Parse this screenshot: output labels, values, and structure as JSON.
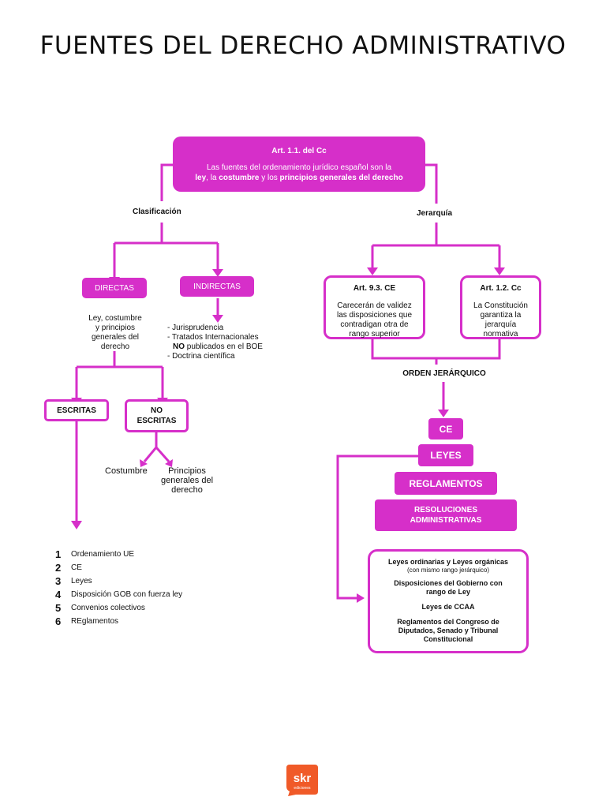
{
  "title": "FUENTES DEL DERECHO ADMINISTRATIVO",
  "colors": {
    "accent": "#d62fc9",
    "text": "#111111",
    "logo": "#f05a28"
  },
  "top_box": {
    "heading": "Art. 1.1.  del Cc",
    "line1": "Las fuentes del ordenamiento jurídico español son la",
    "w_ley": "ley",
    "w_sep1": ", la ",
    "w_costumbre": "costumbre",
    "w_sep2": " y los ",
    "w_principios": "principios generales del derecho"
  },
  "clasificacion": "Clasificación",
  "jerarquia": "Jerarquía",
  "directas": {
    "label": "DIRECTAS",
    "desc": [
      "Ley, costumbre",
      "y principios",
      "generales del",
      "derecho"
    ]
  },
  "indirectas": {
    "label": "INDIRECTAS",
    "items": [
      "- Jurisprudencia",
      "- Tratados Internacionales",
      "NO",
      " publicados en el BOE",
      "- Doctrina científica"
    ]
  },
  "escritas": "ESCRITAS",
  "no_escritas": [
    "NO",
    "ESCRITAS"
  ],
  "costumbre": "Costumbre",
  "principios": [
    "Principios",
    "generales del",
    "derecho"
  ],
  "numbered": [
    {
      "n": "1",
      "t": "Ordenamiento UE"
    },
    {
      "n": "2",
      "t": "CE"
    },
    {
      "n": "3",
      "t": "Leyes"
    },
    {
      "n": "4",
      "t": "Disposición GOB con fuerza ley"
    },
    {
      "n": "5",
      "t": "Convenios colectivos"
    },
    {
      "n": "6",
      "t": "REglamentos"
    }
  ],
  "art93": {
    "title": "Art. 9.3. CE",
    "body": [
      "Carecerán de validez",
      "las disposiciones que",
      "contradigan otra de",
      "rango superior"
    ]
  },
  "art12": {
    "title": "Art. 1.2. Cc",
    "body": [
      "La Constitución",
      "garantiza la",
      "jerarquía",
      "normativa"
    ]
  },
  "orden": "ORDEN JERÁRQUICO",
  "pyramid": {
    "ce": "CE",
    "leyes": "LEYES",
    "reglamentos": "REGLAMENTOS",
    "resoluciones": [
      "RESOLUCIONES",
      "ADMINISTRATIVAS"
    ]
  },
  "leyes_box": {
    "l1": "Leyes ordinarias  y  Leyes orgánicas",
    "l2": "(con mismo rango jerárquico)",
    "l3": [
      "Disposiciones del Gobierno con",
      "rango de Ley"
    ],
    "l4": "Leyes de CCAA",
    "l5": [
      "Reglamentos del Congreso de",
      "Diputados, Senado y Tribunal",
      "Constitucional"
    ]
  },
  "logo": {
    "text": "skr",
    "sub": "ediciones"
  }
}
